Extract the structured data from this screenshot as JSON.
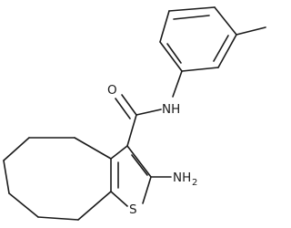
{
  "atoms": {
    "oxygen": "O",
    "amide_nitrogen": "NH",
    "amine_symbol": "NH",
    "amine_subscript": "2",
    "sulfur": "S"
  }
}
